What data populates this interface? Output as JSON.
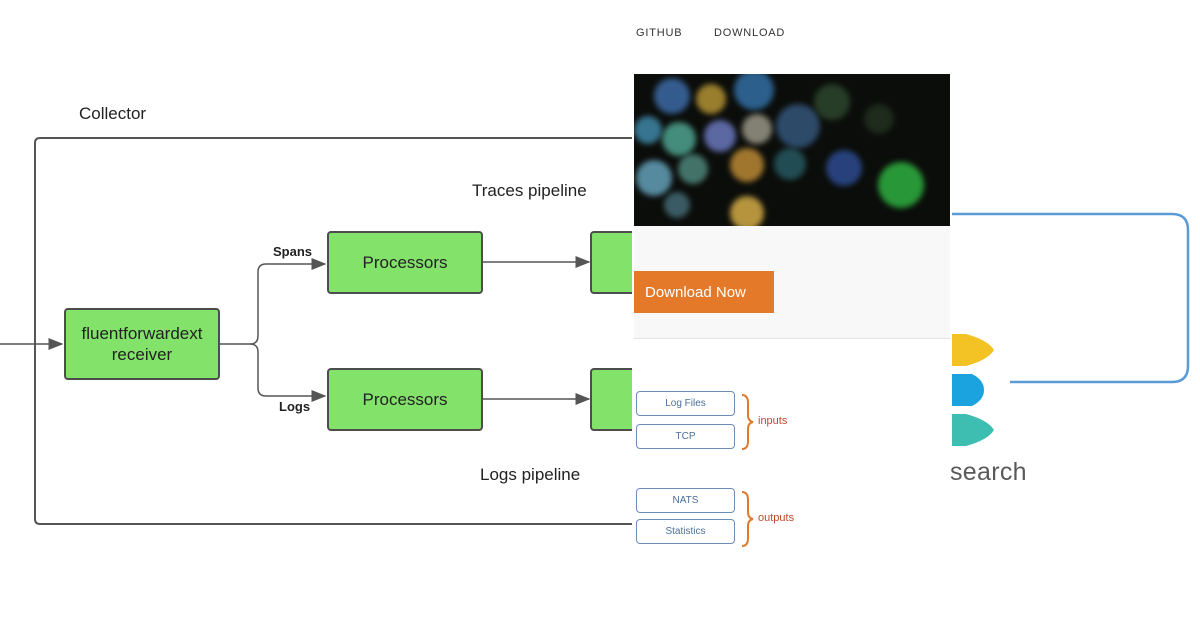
{
  "diagram": {
    "title": "Collector",
    "traces_pipeline_label": "Traces pipeline",
    "logs_pipeline_label": "Logs pipeline",
    "receiver_line1": "fluentforwardext",
    "receiver_line2": "receiver",
    "processors_traces": "Processors",
    "processors_logs": "Processors",
    "edge_spans": "Spans",
    "edge_logs": "Logs",
    "box_fill": "#82e26a",
    "border_color": "#4d4d4d"
  },
  "website": {
    "nav": {
      "github": "GITHUB",
      "download": "DOWNLOAD"
    },
    "download_button": "Download Now",
    "button_color": "#e4792a",
    "inputs": [
      "Log Files",
      "TCP"
    ],
    "inputs_label": "inputs",
    "outputs": [
      "NATS",
      "Statistics"
    ],
    "outputs_label": "outputs",
    "brace_color": "#e07a2a"
  },
  "logo": {
    "text_visible": "search",
    "icon_name": "elastic-logo-icon",
    "colors": [
      "#f3c224",
      "#1ba3e0",
      "#3ebeb0"
    ]
  }
}
